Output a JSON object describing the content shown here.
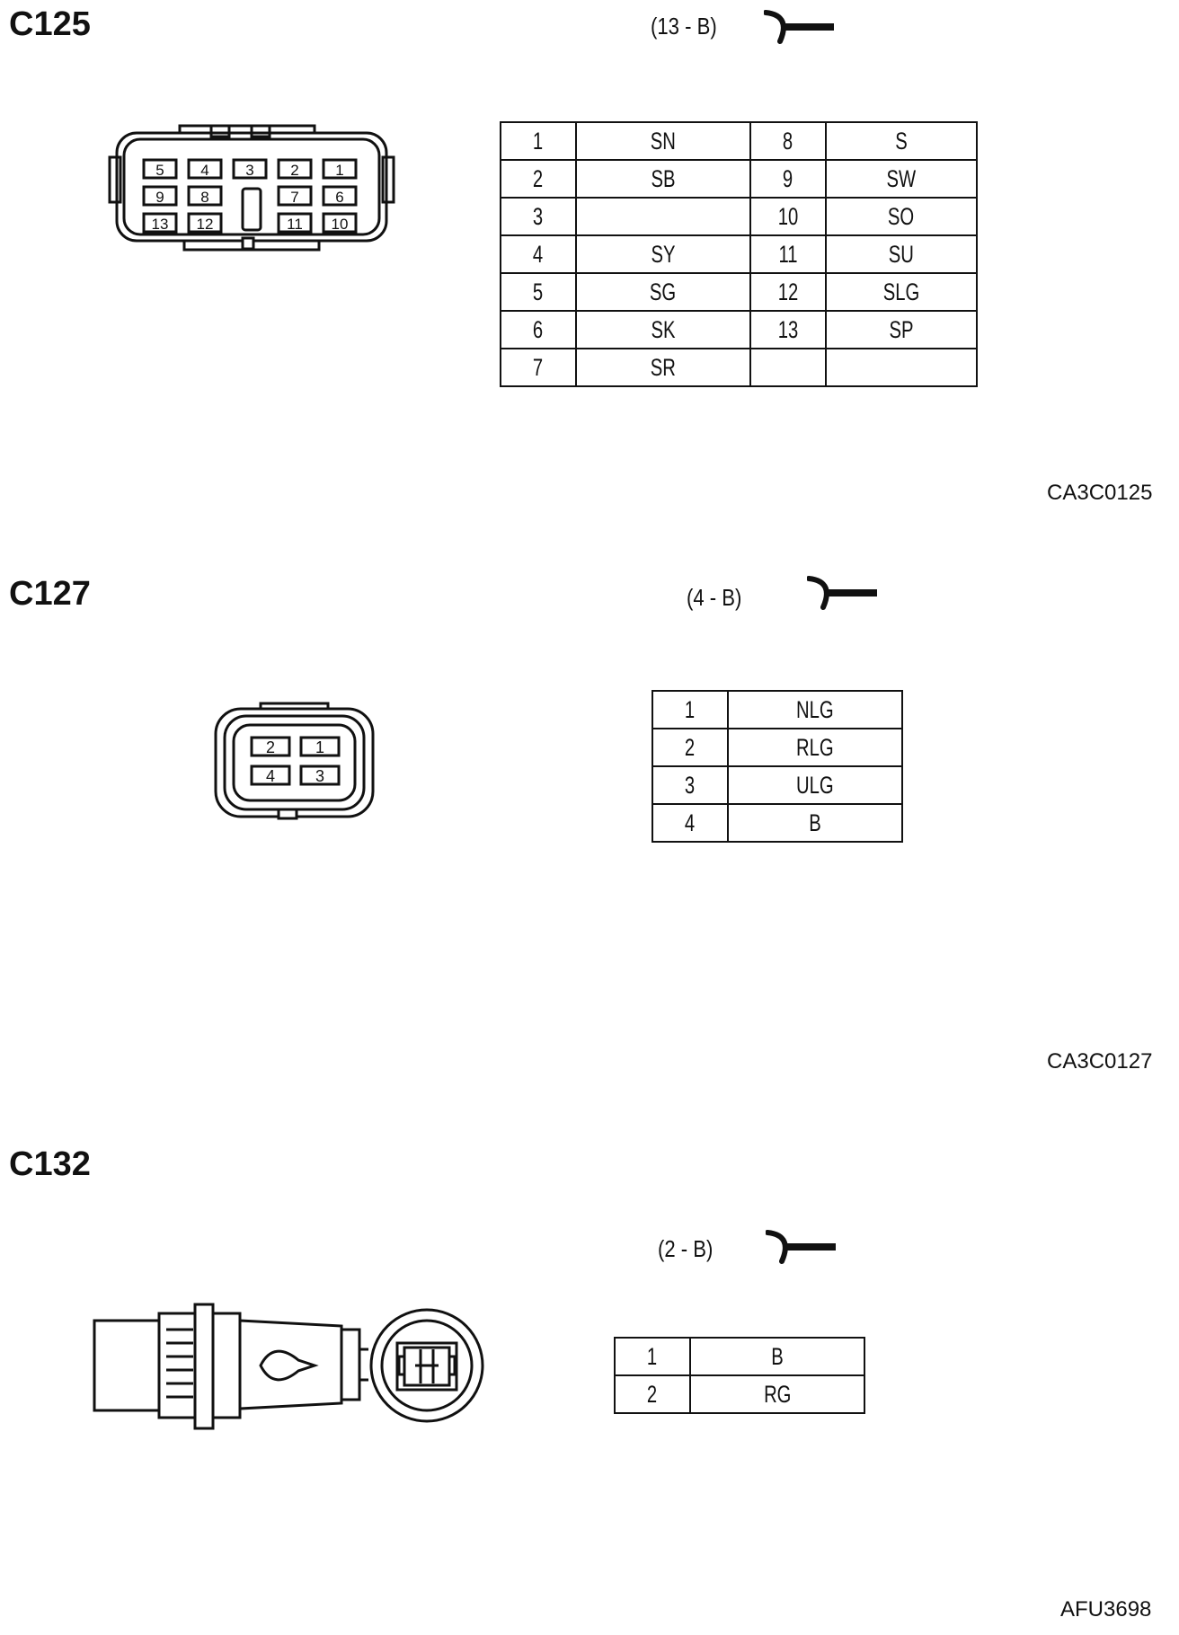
{
  "connectors": [
    {
      "id": "C125",
      "spec": "(13 - B)",
      "ref": "CA3C0125",
      "face_labels": [
        "5",
        "4",
        "3",
        "2",
        "1",
        "9",
        "8",
        "7",
        "6",
        "13",
        "12",
        "11",
        "10"
      ],
      "pins": [
        {
          "n": "1",
          "c": "SN"
        },
        {
          "n": "2",
          "c": "SB"
        },
        {
          "n": "3",
          "c": ""
        },
        {
          "n": "4",
          "c": "SY"
        },
        {
          "n": "5",
          "c": "SG"
        },
        {
          "n": "6",
          "c": "SK"
        },
        {
          "n": "7",
          "c": "SR"
        },
        {
          "n": "8",
          "c": "S"
        },
        {
          "n": "9",
          "c": "SW"
        },
        {
          "n": "10",
          "c": "SO"
        },
        {
          "n": "11",
          "c": "SU"
        },
        {
          "n": "12",
          "c": "SLG"
        },
        {
          "n": "13",
          "c": "SP"
        }
      ]
    },
    {
      "id": "C127",
      "spec": "(4 - B)",
      "ref": "CA3C0127",
      "face_labels": [
        "2",
        "1",
        "4",
        "3"
      ],
      "pins": [
        {
          "n": "1",
          "c": "NLG"
        },
        {
          "n": "2",
          "c": "RLG"
        },
        {
          "n": "3",
          "c": "ULG"
        },
        {
          "n": "4",
          "c": "B"
        }
      ]
    },
    {
      "id": "C132",
      "spec": "(2 - B)",
      "ref": "AFU3698",
      "pins": [
        {
          "n": "1",
          "c": "B"
        },
        {
          "n": "2",
          "c": "RG"
        }
      ]
    }
  ],
  "colors": {
    "ink": "#111111",
    "background": "#ffffff"
  },
  "icons": [
    "harness-fork-icon"
  ]
}
